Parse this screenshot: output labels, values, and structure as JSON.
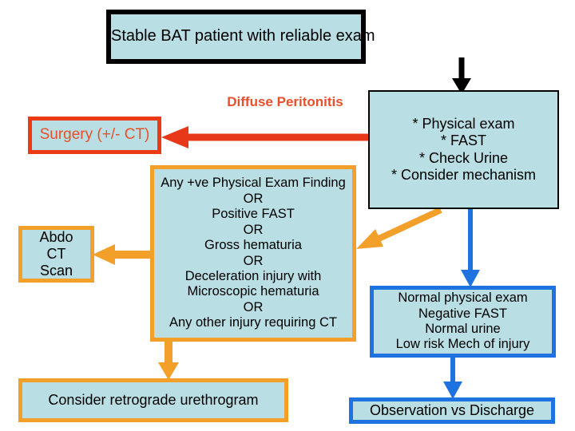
{
  "chart_data": {
    "type": "diagram",
    "title": "Stable BAT patient with reliable exam — blunt abdominal trauma algorithm",
    "nodes": [
      {
        "id": "top",
        "label": "Stable BAT patient with reliable exam",
        "border": "#000000",
        "fill": "#b9dee3",
        "text": "#000000"
      },
      {
        "id": "surgery",
        "label": "Surgery (+/- CT)",
        "border": "#ec3a14",
        "fill": "#b9dee3",
        "text": "#e8502a"
      },
      {
        "id": "assessment",
        "label": "* Physical exam / * FAST / * Check Urine / * Consider mechanism",
        "border": "#000000",
        "fill": "#b9dee3",
        "text": "#000000"
      },
      {
        "id": "criteria",
        "label": "Any +ve Physical Exam Finding OR Positive FAST OR Gross hematuria OR Deceleration injury with Microscopic hematuria OR Any other injury requiring CT",
        "border": "#f2a029",
        "fill": "#b9dee3",
        "text": "#000000"
      },
      {
        "id": "abdo-ct-scan",
        "label": "Abdo CT Scan",
        "border": "#f2a029",
        "fill": "#b9dee3",
        "text": "#000000"
      },
      {
        "id": "normal-findings",
        "label": "Normal physical exam / Negative FAST / Normal urine / Low risk Mech of injury",
        "border": "#1f73e0",
        "fill": "#b9dee3",
        "text": "#000000"
      },
      {
        "id": "urethrogram",
        "label": "Consider retrograde urethrogram",
        "border": "#f2a029",
        "fill": "#b9dee3",
        "text": "#000000"
      },
      {
        "id": "observation",
        "label": "Observation vs Discharge",
        "border": "#1f73e0",
        "fill": "#b9dee3",
        "text": "#000000"
      }
    ],
    "edges": [
      {
        "from": "top",
        "to": "assessment",
        "color": "#000000",
        "label": ""
      },
      {
        "from": "assessment",
        "to": "surgery",
        "color": "#e8381a",
        "label": "Diffuse Peritonitis"
      },
      {
        "from": "assessment",
        "to": "criteria",
        "color": "#f2a029",
        "label": ""
      },
      {
        "from": "assessment",
        "to": "normal-findings",
        "color": "#1f73e0",
        "label": ""
      },
      {
        "from": "criteria",
        "to": "abdo-ct-scan",
        "color": "#f2a029",
        "label": ""
      },
      {
        "from": "criteria",
        "to": "urethrogram",
        "color": "#f2a029",
        "label": ""
      },
      {
        "from": "normal-findings",
        "to": "observation",
        "color": "#1f73e0",
        "label": ""
      }
    ]
  },
  "nodes": {
    "top": {
      "lines": [
        "Stable BAT patient with reliable exam"
      ]
    },
    "surgery": {
      "lines": [
        "Surgery (+/- CT)"
      ]
    },
    "assessment": {
      "lines": [
        "* Physical exam",
        "* FAST",
        "* Check Urine",
        "* Consider mechanism"
      ]
    },
    "criteria": {
      "lines": [
        "Any +ve Physical Exam Finding",
        "OR",
        "Positive FAST",
        "OR",
        "Gross hematuria",
        "OR",
        "Deceleration injury with",
        "Microscopic hematuria",
        "OR",
        "Any other injury requiring CT"
      ]
    },
    "abdo_ct": {
      "lines": [
        "Abdo",
        "CT",
        "Scan"
      ]
    },
    "normal": {
      "lines": [
        "Normal physical exam",
        "Negative FAST",
        "Normal urine",
        "Low risk Mech of injury"
      ]
    },
    "urethrogram": {
      "lines": [
        "Consider retrograde urethrogram"
      ]
    },
    "observation": {
      "lines": [
        "Observation vs Discharge"
      ]
    }
  },
  "edge_labels": {
    "diffuse_peritonitis": [
      "Diffuse",
      "Peritonitis"
    ]
  },
  "colors": {
    "box_fill": "#b9dee3",
    "black_border": "#000000",
    "orange": "#f2a029",
    "red": "#e8381a",
    "red_text": "#e8502a",
    "blue": "#1f73e0",
    "page_background": "#ffffff"
  }
}
